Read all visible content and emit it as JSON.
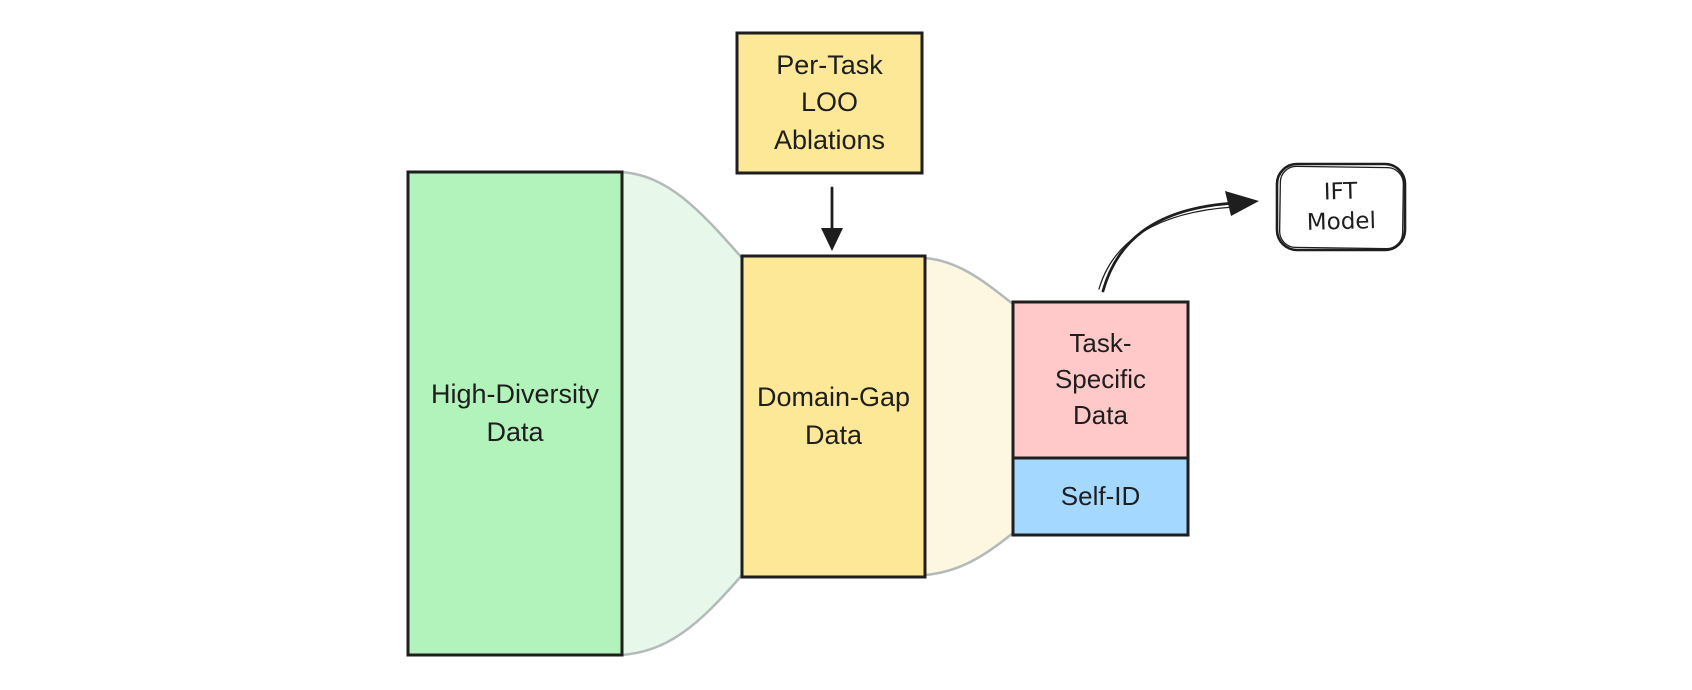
{
  "diagram": {
    "background_color": "#ffffff",
    "text_color": "#1e1e1e",
    "outline_color": "#1e1e1e",
    "arrow_color": "#1e1e1e",
    "nodes": {
      "high_diversity": {
        "label": "High-Diversity\nData",
        "fill": "#b2f2bb"
      },
      "per_task_loo": {
        "label": "Per-Task\nLOO\nAblations",
        "fill": "#fce896"
      },
      "domain_gap": {
        "label": "Domain-Gap\nData",
        "fill": "#fce896"
      },
      "task_specific": {
        "label": "Task-\nSpecific\nData",
        "fill": "#ffc9c9"
      },
      "self_id": {
        "label": "Self-ID",
        "fill": "#a5d8ff"
      },
      "ift_model": {
        "label": "IFT\nModel",
        "fill": "#ffffff"
      }
    },
    "funnels": {
      "green": {
        "fill": "#e7f8eb",
        "stroke": "#b4bab9"
      },
      "yellow": {
        "fill": "#fdf6e1",
        "stroke": "#b4bab9"
      }
    }
  }
}
